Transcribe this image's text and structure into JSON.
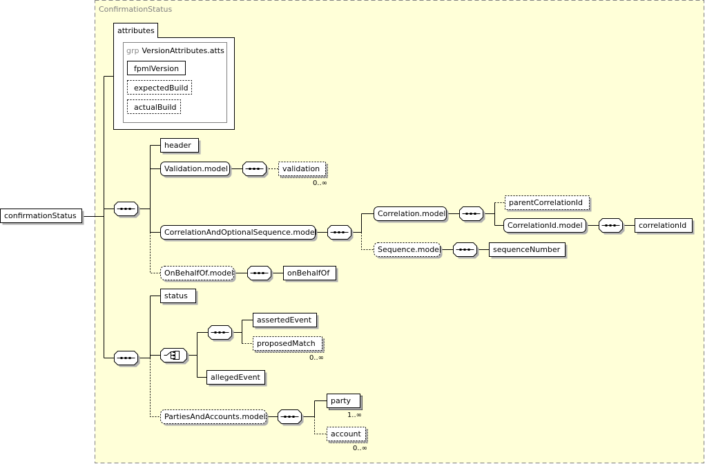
{
  "colors": {
    "type_background": "#ffffd8",
    "frame_border": "#808080",
    "node_fill": "#ffffff",
    "line": "#000000",
    "shadow": "#b0b0b0"
  },
  "complex_type": {
    "name": "ConfirmationStatus"
  },
  "root": {
    "label": "confirmationStatus"
  },
  "attributes": {
    "label": "attributes",
    "group_keyword": "grp",
    "group_name": "VersionAttributes.atts",
    "items": [
      {
        "label": "fpmlVersion",
        "optional": false
      },
      {
        "label": "expectedBuild",
        "optional": true
      },
      {
        "label": "actualBuild",
        "optional": true
      }
    ]
  },
  "nodes": {
    "header": {
      "label": "header"
    },
    "validation_model": {
      "label": "Validation.model"
    },
    "validation": {
      "label": "validation",
      "occurrence": "0..∞"
    },
    "correlation_and_optional_sequence": {
      "label": "CorrelationAndOptionalSequence.model"
    },
    "correlation_model": {
      "label": "Correlation.model"
    },
    "parent_correlation_id": {
      "label": "parentCorrelationId"
    },
    "correlation_id_model": {
      "label": "CorrelationId.model"
    },
    "correlation_id": {
      "label": "correlationId"
    },
    "sequence_model": {
      "label": "Sequence.model"
    },
    "sequence_number": {
      "label": "sequenceNumber"
    },
    "on_behalf_of_model": {
      "label": "OnBehalfOf.model"
    },
    "on_behalf_of": {
      "label": "onBehalfOf"
    },
    "status": {
      "label": "status"
    },
    "asserted_event": {
      "label": "assertedEvent"
    },
    "proposed_match": {
      "label": "proposedMatch",
      "occurrence": "0..∞"
    },
    "alleged_event": {
      "label": "allegedEvent"
    },
    "parties_and_accounts_model": {
      "label": "PartiesAndAccounts.model"
    },
    "party": {
      "label": "party",
      "occurrence": "1..∞"
    },
    "account": {
      "label": "account",
      "occurrence": "0..∞"
    }
  }
}
